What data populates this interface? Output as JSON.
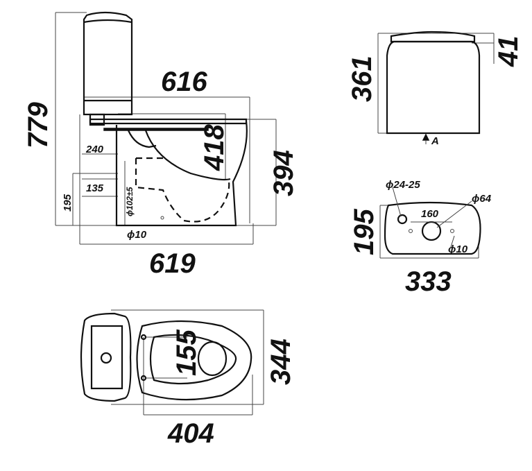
{
  "side_view": {
    "height_total": "779",
    "length_top": "616",
    "length_bottom": "619",
    "bowl_height": "418",
    "rim_height": "394",
    "dim_240": "240",
    "dim_195": "195",
    "dim_135": "135",
    "drain_dia": "ϕ102±5",
    "bolt_dia": "ϕ10"
  },
  "tank_front": {
    "height": "361",
    "lid": "41",
    "view_marker": "A"
  },
  "tank_top": {
    "depth": "195",
    "width": "333",
    "hole_spacing": "160",
    "inlet_dia": "ϕ24-25",
    "outlet_dia": "ϕ64",
    "bolt_dia": "ϕ10"
  },
  "top_view": {
    "depth": "344",
    "length": "404",
    "bolt_spacing": "155"
  }
}
